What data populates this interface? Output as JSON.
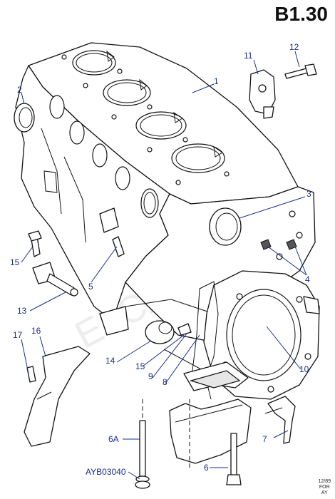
{
  "header": {
    "title": "B1.30"
  },
  "watermark": {
    "text": "ELCATS.RU"
  },
  "callouts": [
    {
      "id": "1",
      "label": "1"
    },
    {
      "id": "2",
      "label": "2"
    },
    {
      "id": "3",
      "label": "3"
    },
    {
      "id": "4",
      "label": "4"
    },
    {
      "id": "5",
      "label": "5"
    },
    {
      "id": "6",
      "label": "6"
    },
    {
      "id": "6A",
      "label": "6A"
    },
    {
      "id": "7",
      "label": "7"
    },
    {
      "id": "8",
      "label": "8"
    },
    {
      "id": "9",
      "label": "9"
    },
    {
      "id": "10",
      "label": "10"
    },
    {
      "id": "11",
      "label": "11"
    },
    {
      "id": "12",
      "label": "12"
    },
    {
      "id": "13",
      "label": "13"
    },
    {
      "id": "14",
      "label": "14"
    },
    {
      "id": "15a",
      "label": "15"
    },
    {
      "id": "15b",
      "label": "15"
    },
    {
      "id": "16",
      "label": "16"
    },
    {
      "id": "17",
      "label": "17"
    },
    {
      "id": "ayb",
      "label": "AYB03040"
    }
  ],
  "footer": {
    "date": "12/89",
    "line2": "FOR",
    "line3": "AY"
  }
}
